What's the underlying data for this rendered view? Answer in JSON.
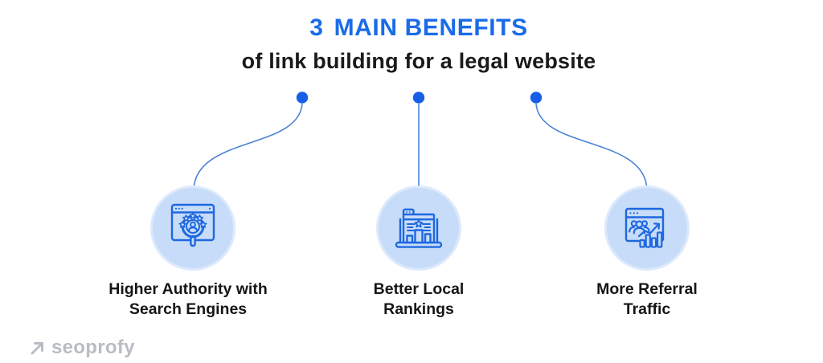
{
  "header": {
    "title_number": "3",
    "title_text": "MAIN BENEFITS",
    "subtitle": "of link building for a legal website"
  },
  "benefits": [
    {
      "label": "Higher Authority with\nSearch Engines",
      "icon": "search-authority-icon"
    },
    {
      "label": "Better Local\nRankings",
      "icon": "local-rankings-icon"
    },
    {
      "label": "More Referral\nTraffic",
      "icon": "referral-traffic-icon"
    }
  ],
  "footer": {
    "logo_text": "seoprofy"
  },
  "colors": {
    "accent_blue": "#1a6be8",
    "icon_stroke": "#1e68e0",
    "bubble_fill": "#c7dcf8",
    "bubble_ring": "#dde9fc",
    "connector_line": "#4a82d6",
    "connector_dot": "#175fe8",
    "text_dark": "#161616",
    "logo_gray": "#b9bdc3",
    "background": "#ffffff"
  }
}
